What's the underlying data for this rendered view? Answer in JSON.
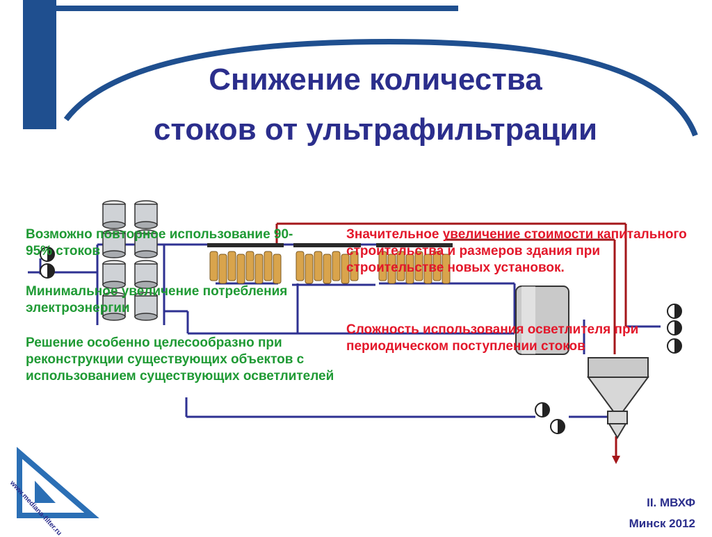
{
  "title": {
    "line1": "Снижение количества",
    "line2": "стоков от ультрафильтрации"
  },
  "left_notes": [
    "Возможно повторное использование 90-95% стоков",
    "Минимальное увеличение потребления электроэнергии",
    "Решение особенно целесообразно при реконструкции существующих объектов с использованием существующих осветлителей"
  ],
  "right_notes": [
    "Значительное увеличение стоимости капитального строительства и размеров здания при строительстве новых установок.",
    "Сложность использования осветлителя при периодическом поступлении стоков"
  ],
  "logo": {
    "url_text": "www.mediana-filter.ru"
  },
  "footer": {
    "line1": "II. МВХФ",
    "line2": "Минск 2012"
  },
  "colors": {
    "title": "#2b2e8c",
    "pipe_blue": "#2e3192",
    "pipe_red": "#a4161a",
    "note_green": "#1f9a34",
    "note_red": "#e3172a",
    "membrane_gold": "#d9a44c"
  }
}
